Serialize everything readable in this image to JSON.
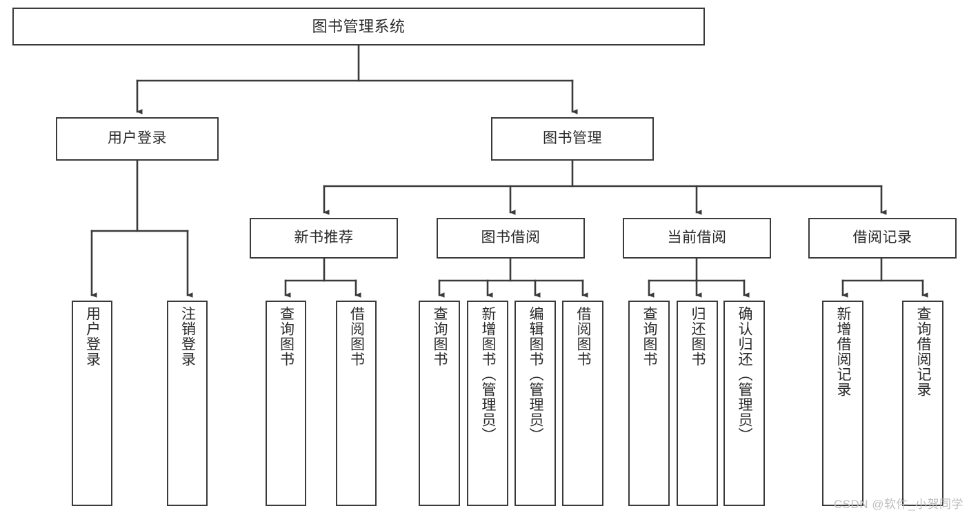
{
  "diagram": {
    "title": "图书管理系统",
    "type": "hierarchy-tree",
    "orientation": "top-down",
    "levels": 4,
    "colors": {
      "node_border": "#3a3a3a",
      "node_fill": "#ffffff",
      "edge": "#3a3a3a",
      "text": "#2b2b2b",
      "watermark": "#bdbdbd",
      "background": "#ffffff"
    },
    "root": {
      "id": "root",
      "label": "图书管理系统"
    },
    "level2": [
      {
        "id": "user-login",
        "label": "用户登录"
      },
      {
        "id": "book-management",
        "label": "图书管理"
      }
    ],
    "level3": [
      {
        "id": "new-book-recommend",
        "label": "新书推荐",
        "parent": "book-management"
      },
      {
        "id": "book-borrow",
        "label": "图书借阅",
        "parent": "book-management"
      },
      {
        "id": "current-borrow",
        "label": "当前借阅",
        "parent": "book-management"
      },
      {
        "id": "borrow-record",
        "label": "借阅记录",
        "parent": "book-management"
      }
    ],
    "leaves": {
      "user-login": [
        {
          "id": "leaf-user-login",
          "label": "用户登录"
        },
        {
          "id": "leaf-user-logout",
          "label": "注销登录"
        }
      ],
      "new-book-recommend": [
        {
          "id": "leaf-query-book-1",
          "label": "查询图书"
        },
        {
          "id": "leaf-borrow-book-1",
          "label": "借阅图书"
        }
      ],
      "book-borrow": [
        {
          "id": "leaf-query-book-2",
          "label": "查询图书"
        },
        {
          "id": "leaf-add-book",
          "label": "新增图书（管理员）"
        },
        {
          "id": "leaf-edit-book",
          "label": "编辑图书（管理员）"
        },
        {
          "id": "leaf-borrow-book-2",
          "label": "借阅图书"
        }
      ],
      "current-borrow": [
        {
          "id": "leaf-query-book-3",
          "label": "查询图书"
        },
        {
          "id": "leaf-return-book",
          "label": "归还图书"
        },
        {
          "id": "leaf-confirm-return",
          "label": "确认归还（管理员）"
        }
      ],
      "borrow-record": [
        {
          "id": "leaf-add-record",
          "label": "新增借阅记录"
        },
        {
          "id": "leaf-query-record",
          "label": "查询借阅记录"
        }
      ]
    }
  },
  "watermark": {
    "text": "CSDN @软件_小贺同学"
  }
}
